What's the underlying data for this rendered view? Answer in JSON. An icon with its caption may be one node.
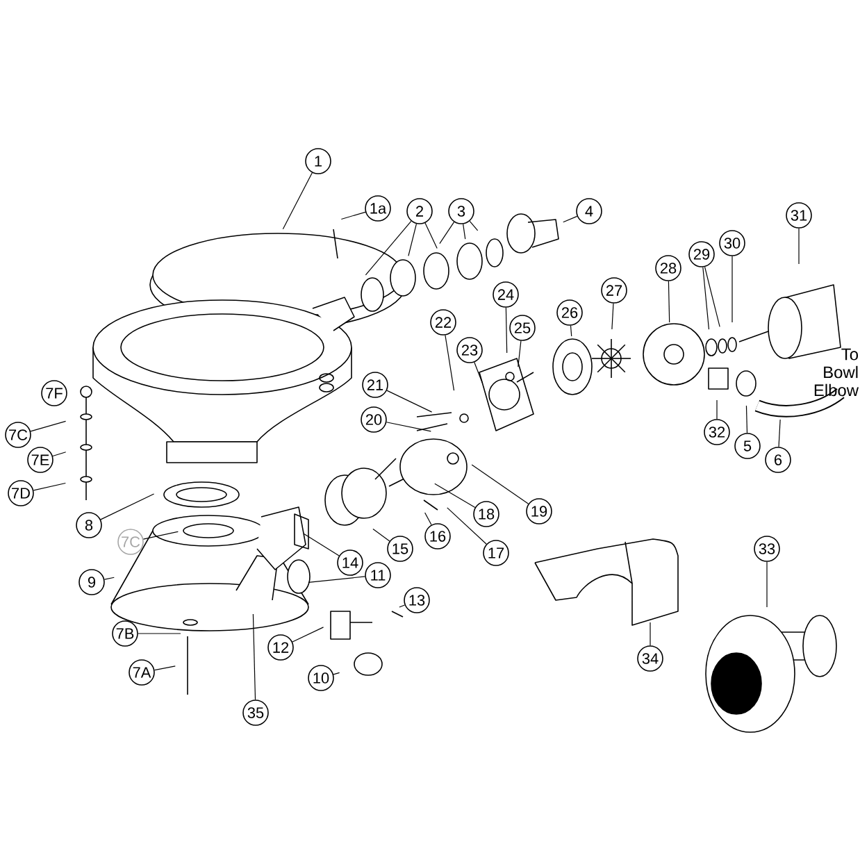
{
  "diagram": {
    "nodes": [
      {
        "text": [
          "1"
        ]
      },
      {
        "text": [
          "1a"
        ]
      },
      {
        "text": [
          "2"
        ]
      },
      {
        "text": [
          "3"
        ]
      },
      {
        "text": [
          "4"
        ]
      },
      {
        "text": [
          "31"
        ]
      },
      {
        "text": [
          "30"
        ]
      },
      {
        "text": [
          "29"
        ]
      },
      {
        "text": [
          "28"
        ]
      },
      {
        "text": [
          "27"
        ]
      },
      {
        "text": [
          "24"
        ]
      },
      {
        "text": [
          "26"
        ]
      },
      {
        "text": [
          "22"
        ]
      },
      {
        "text": [
          "25"
        ]
      },
      {
        "text": [
          "23"
        ]
      },
      {
        "text": [
          "21"
        ]
      },
      {
        "text": [
          "7F"
        ]
      },
      {
        "text": [
          "20"
        ]
      },
      {
        "text": [
          "7C"
        ]
      },
      {
        "text": [
          "32"
        ]
      },
      {
        "text": [
          "5"
        ]
      },
      {
        "text": [
          "7E"
        ]
      },
      {
        "text": [
          "6"
        ]
      },
      {
        "text": [
          "7D"
        ]
      },
      {
        "text": [
          "19"
        ]
      },
      {
        "text": [
          "18"
        ]
      },
      {
        "text": [
          "8"
        ]
      },
      {
        "text": [
          "16"
        ]
      },
      {
        "text": [
          "7C"
        ]
      },
      {
        "text": [
          "33"
        ]
      },
      {
        "text": [
          "17"
        ]
      },
      {
        "text": [
          "15"
        ]
      },
      {
        "text": [
          "14"
        ]
      },
      {
        "text": [
          "11"
        ]
      },
      {
        "text": [
          "9"
        ]
      },
      {
        "text": [
          "13"
        ]
      },
      {
        "text": [
          "7B"
        ]
      },
      {
        "text": [
          "12"
        ]
      },
      {
        "text": [
          "34"
        ]
      },
      {
        "text": [
          "7A"
        ]
      },
      {
        "text": [
          "10"
        ]
      },
      {
        "text": [
          "35"
        ]
      }
    ],
    "edges": [
      {
        "from": 0,
        "to": null,
        "arrow": "none"
      },
      {
        "from": 1,
        "to": null,
        "arrow": "none"
      },
      {
        "from": 2,
        "to": null,
        "arrow": "none"
      },
      {
        "from": 2,
        "to": null,
        "arrow": "none"
      },
      {
        "from": 2,
        "to": null,
        "arrow": "none"
      },
      {
        "from": 3,
        "to": null,
        "arrow": "none"
      },
      {
        "from": 3,
        "to": null,
        "arrow": "none"
      },
      {
        "from": 3,
        "to": null,
        "arrow": "none"
      },
      {
        "from": 4,
        "to": null,
        "arrow": "none"
      },
      {
        "from": 5,
        "to": null,
        "arrow": "none"
      },
      {
        "from": 6,
        "to": null,
        "arrow": "none"
      },
      {
        "from": 7,
        "to": null,
        "arrow": "none"
      },
      {
        "from": 7,
        "to": null,
        "arrow": "none"
      },
      {
        "from": 8,
        "to": null,
        "arrow": "none"
      },
      {
        "from": 9,
        "to": null,
        "arrow": "none"
      },
      {
        "from": 10,
        "to": null,
        "arrow": "none"
      },
      {
        "from": 11,
        "to": null,
        "arrow": "none"
      },
      {
        "from": 12,
        "to": null,
        "arrow": "none"
      },
      {
        "from": 13,
        "to": null,
        "arrow": "none"
      },
      {
        "from": 14,
        "to": null,
        "arrow": "none"
      },
      {
        "from": 15,
        "to": null,
        "arrow": "none"
      },
      {
        "from": 17,
        "to": null,
        "arrow": "none"
      },
      {
        "from": 18,
        "to": null,
        "arrow": "none"
      },
      {
        "from": 19,
        "to": null,
        "arrow": "none"
      },
      {
        "from": 20,
        "to": null,
        "arrow": "none"
      },
      {
        "from": 21,
        "to": null,
        "arrow": "none"
      },
      {
        "from": 22,
        "to": null,
        "arrow": "none"
      },
      {
        "from": 23,
        "to": null,
        "arrow": "none"
      },
      {
        "from": 24,
        "to": null,
        "arrow": "none"
      },
      {
        "from": 25,
        "to": null,
        "arrow": "none"
      },
      {
        "from": 26,
        "to": null,
        "arrow": "none"
      },
      {
        "from": 27,
        "to": null,
        "arrow": "none"
      },
      {
        "from": 28,
        "to": null,
        "arrow": "none"
      },
      {
        "from": 29,
        "to": null,
        "arrow": "none"
      },
      {
        "from": 30,
        "to": null,
        "arrow": "none"
      },
      {
        "from": 31,
        "to": null,
        "arrow": "none"
      },
      {
        "from": 32,
        "to": null,
        "arrow": "none"
      },
      {
        "from": 33,
        "to": null,
        "arrow": "none"
      },
      {
        "from": 34,
        "to": null,
        "arrow": "none"
      },
      {
        "from": 35,
        "to": null,
        "arrow": "none"
      },
      {
        "from": 36,
        "to": null,
        "arrow": "none"
      },
      {
        "from": 37,
        "to": null,
        "arrow": "none"
      },
      {
        "from": 38,
        "to": null,
        "arrow": "none"
      },
      {
        "from": 39,
        "to": null,
        "arrow": "none"
      },
      {
        "from": 40,
        "to": null,
        "arrow": "none"
      },
      {
        "from": 41,
        "to": null,
        "arrow": "none"
      }
    ],
    "labels": [
      "To Bowl Elbow"
    ]
  }
}
